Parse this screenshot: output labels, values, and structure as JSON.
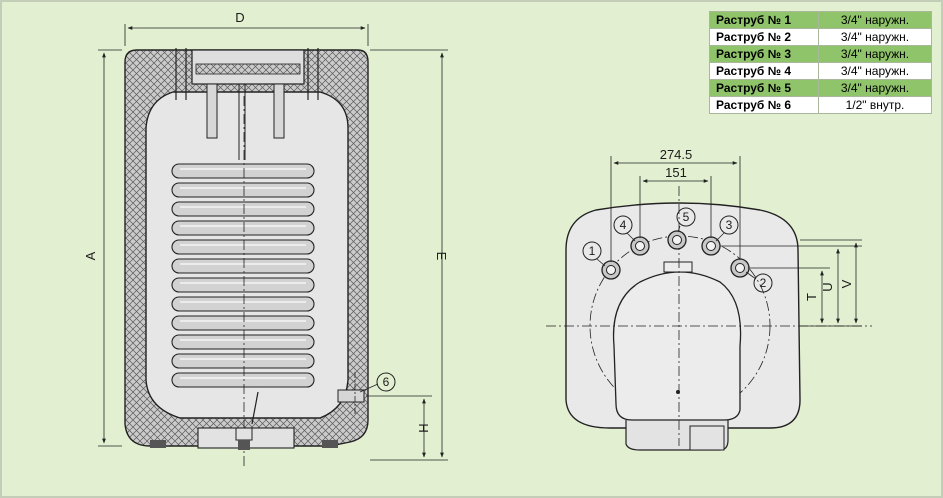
{
  "connections": [
    {
      "label": "Раструб № 1",
      "value": "3/4\" наружн."
    },
    {
      "label": "Раструб № 2",
      "value": "3/4\" наружн."
    },
    {
      "label": "Раструб № 3",
      "value": "3/4\" наружн."
    },
    {
      "label": "Раструб № 4",
      "value": "3/4\" наружн."
    },
    {
      "label": "Раструб № 5",
      "value": "3/4\" наружн."
    },
    {
      "label": "Раструб № 6",
      "value": "1/2\" внутр."
    }
  ],
  "dimensions": {
    "d": "D",
    "a": "A",
    "e": "E",
    "h": "H",
    "t": "T",
    "u": "U",
    "v": "V",
    "w_outer": "274.5",
    "w_inner": "151"
  },
  "markers": [
    "1",
    "2",
    "3",
    "4",
    "5",
    "6"
  ],
  "colors": {
    "background": "#e3efd1",
    "row_shade": "#8fc46a",
    "insulation": "#c9c9c9",
    "outline": "#222222"
  }
}
